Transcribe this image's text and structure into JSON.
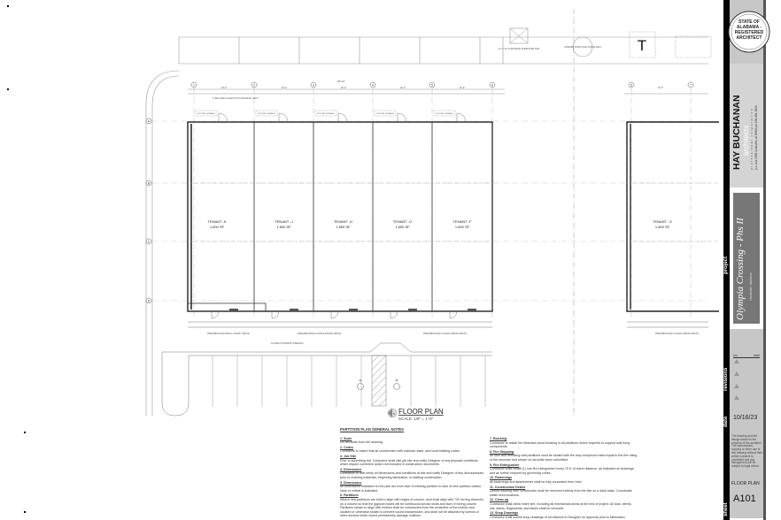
{
  "plan": {
    "grid_columns": [
      "1",
      "2",
      "3",
      "4",
      "5",
      "6"
    ],
    "right_grid_columns": [
      "6",
      "7"
    ],
    "grid_rows": [
      "A",
      "B",
      "C",
      "D"
    ],
    "overall_dimension": "135'-10\"",
    "bay_dimension": "20'-0\"",
    "tenants": [
      {
        "name": "TENANT -K",
        "area": "1,600 SF"
      },
      {
        "name": "TENANT -J",
        "area": "1,600 SF"
      },
      {
        "name": "TENANT -H",
        "area": "1,600 SF"
      },
      {
        "name": "TENANT -G",
        "area": "1,600 SF"
      },
      {
        "name": "TENANT -F",
        "area": "1,600 SF"
      }
    ],
    "right_tenant": {
      "name": "TENANT - E",
      "area": "1,600 SF"
    },
    "future_signage": "FUTURE SIGNAGE",
    "bollard_note": "6\" BOLLARD FILLED WITH CONCRETE, PAINT",
    "dumpster_note": "12' X 10' CONCRETE DUMPSTER PAD",
    "grinder_note": "GRINDER PUMPS AND FORCE MAIN",
    "transformer_label": "T",
    "canopy_note": "PREFABRICATED METAL CANOPY ABOVE",
    "awning_note": "PREFABRICATED CANVAS AWNING ABOVE",
    "sidewalk_note": "SLOPED CONCRETE SIDEWALK",
    "view_title": "FLOOR PLAN",
    "scale": "SCALE: 1/8\" = 1'-0\"",
    "north_label": "N"
  },
  "notes": {
    "title": "PARTITION PLAN GENERAL NOTES",
    "items": [
      {
        "head": "1. Scale",
        "body": "Do not scale from the drawing."
      },
      {
        "head": "2. Codes",
        "body": "Contractor to insure that all construction with national, state, and local building codes."
      },
      {
        "head": "3. Job Site",
        "body": "Prior to submitting bid, Contractor shall visit job site and notify Designer of any physical conditions, which require corrective action not included in construction documents."
      },
      {
        "head": "4. Dimensions",
        "body": "Contractor to field verify all dimensions and conditions at site and notify Designer of any discrepancies prior to ordering materials, beginning fabrication, or starting construction."
      },
      {
        "head": "5. Dimensions",
        "body": "All dimensions indicated on the plan are from face of existing partition to face of new partition unless clear or critical is indicated."
      },
      {
        "head": "6. Partitions",
        "body": "Where new partitions are built to align with edges of column, stud shall align with 7/8\" furring channels on a column so that the gypsum board will be continuous across studs and face of furring column. Partitions shown to align with mullion shall be constructed from the centerline of the mullion and caulked or otherwise sealed to prevent sound transmission, and shall not be attached by screws or other devices which would permanently damage mullions."
      },
      {
        "head": "7. Blocking",
        "body": "Contractor to install fire retardant wood blocking in all partitions where required to support wall hung components."
      },
      {
        "head": "8. Fire Stopping",
        "body": "All floor and demising wall partitions must be sealed with fire stop compound rated equal to the fire rating of the structure and shown on as-builts when submitted."
      },
      {
        "head": "9. Fire Extinguisher",
        "body": "Contractor shall install (1) one fire extinguisher every 75 ft. of travel distance, as indicated on drawings, and as further required by governing codes."
      },
      {
        "head": "10. Fastenings",
        "body": "All fastenings and attachments shall be fully concealed from view."
      },
      {
        "head": "11. Construction Debris",
        "body": "Debris resulting from construction shall be removed entirely from the site on a daily basis. Coordinate waste area locations."
      },
      {
        "head": "12. Clean up",
        "body": "Contractor shall clean entire site, including all mechanical areas at the end of project. All dust, debris, oils, stains, fingerprints, and labels shall be removed."
      },
      {
        "head": "13. Shop Drawings",
        "body": "Contractor shall submit shop drawings of all millwork to Designer for approval prior to fabrication."
      }
    ]
  },
  "title_block": {
    "seal_text": "STATE OF ALABAMA - REGISTERED ARCHITECT",
    "firm_name": "HAY BUCHANAN",
    "firm_sub": "architects",
    "firm_tagline": "professional corporation",
    "firm_address": "p.o. box 2308   huntsville, al 35804   ph 256-881-3819",
    "project_label": "project",
    "project_name": "Olympia Crossing - Phs II",
    "project_location": "Huntsville, Alabama",
    "revisions_label": "revisions",
    "rev_header": "rev.",
    "date_header": "date",
    "date_label": "date",
    "date": "10/16/23",
    "copyright": "The drawing and the design shown is the property of the architect. The reproduction, copying or other use of this drawing without their written consent is prohibited and any infringement will be subject to legal action.",
    "sheet_title": "FLOOR PLAN",
    "sheet_label": "sheet",
    "sheet_number": "A101"
  },
  "colors": {
    "line": "#555555",
    "wall": "#222222",
    "titleblock_gray": "#c7c7c7",
    "project_box": "#777777"
  }
}
